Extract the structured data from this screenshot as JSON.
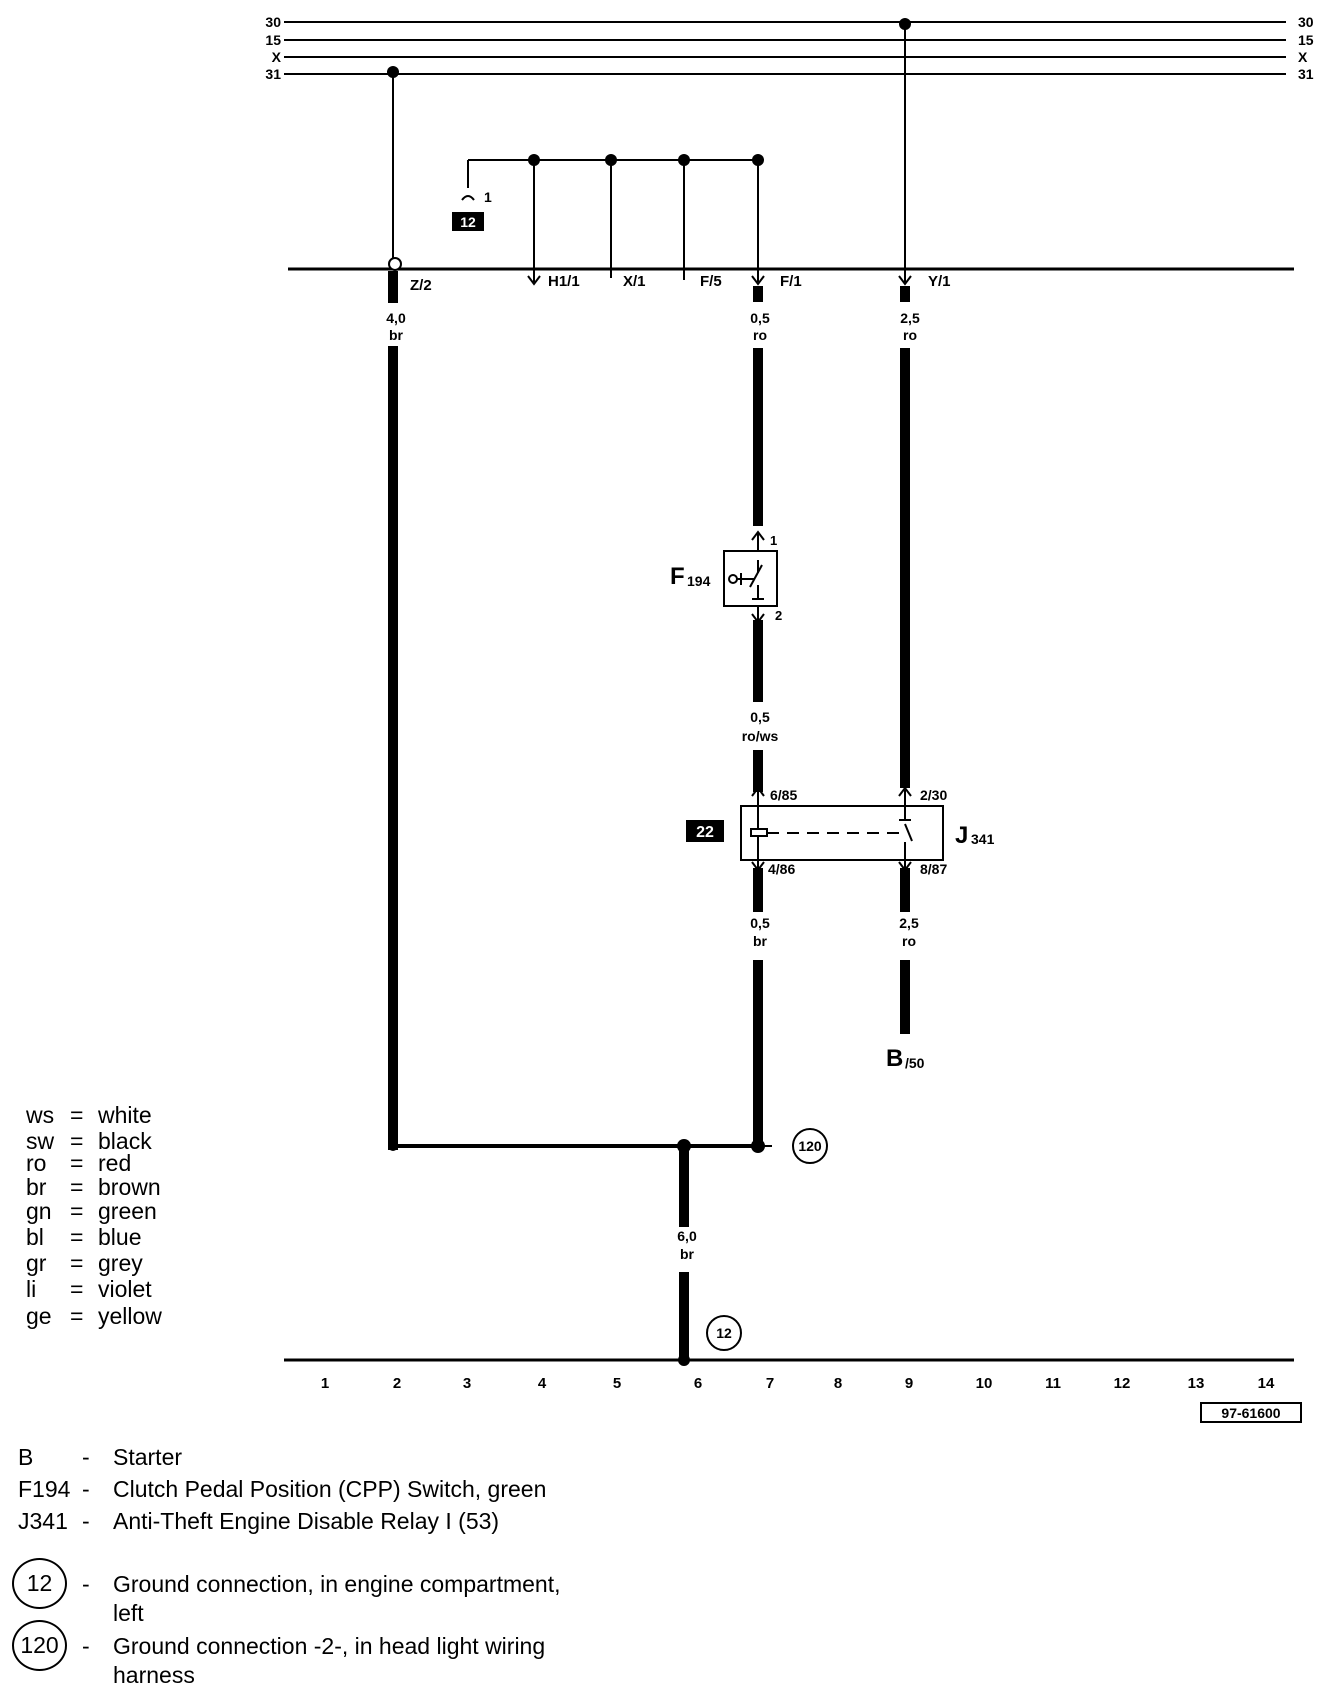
{
  "bus": {
    "left_labels": [
      "30",
      "15",
      "X",
      "31"
    ],
    "right_labels": [
      "30",
      "15",
      "X",
      "31"
    ]
  },
  "terminals": {
    "z2": "Z/2",
    "h11": "H1/1",
    "x1": "X/1",
    "f5": "F/5",
    "f1": "F/1",
    "y1": "Y/1",
    "conn12_pin": "1",
    "conn12_box": "12"
  },
  "wires": {
    "w_z2": {
      "size": "4,0",
      "color": "br"
    },
    "w_f1": {
      "size": "0,5",
      "color": "ro"
    },
    "w_y1": {
      "size": "2,5",
      "color": "ro"
    },
    "w_f194_out": {
      "size": "0,5",
      "color": "ro/ws"
    },
    "w_j341_486": {
      "size": "0,5",
      "color": "br"
    },
    "w_j341_887": {
      "size": "2,5",
      "color": "ro"
    },
    "w_ground": {
      "size": "6,0",
      "color": "br"
    }
  },
  "components": {
    "f194": {
      "letter": "F",
      "sub": "194",
      "pin1": "1",
      "pin2": "2"
    },
    "j341": {
      "letter": "J",
      "sub": "341",
      "pin_685": "6/85",
      "pin_230": "2/30",
      "pin_486": "4/86",
      "pin_887": "8/87",
      "box": "22"
    },
    "starter": {
      "letter": "B",
      "sub": "/50"
    },
    "ground120": "120",
    "ground12": "12"
  },
  "columns": [
    "1",
    "2",
    "3",
    "4",
    "5",
    "6",
    "7",
    "8",
    "9",
    "10",
    "11",
    "12",
    "13",
    "14"
  ],
  "figure_id": "97-61600",
  "color_legend": [
    {
      "code": "ws",
      "name": "white"
    },
    {
      "code": "sw",
      "name": "black"
    },
    {
      "code": "ro",
      "name": "red"
    },
    {
      "code": "br",
      "name": "brown"
    },
    {
      "code": "gn",
      "name": "green"
    },
    {
      "code": "bl",
      "name": "blue"
    },
    {
      "code": "gr",
      "name": "grey"
    },
    {
      "code": "li",
      "name": "violet"
    },
    {
      "code": "ge",
      "name": "yellow"
    }
  ],
  "component_key": [
    {
      "code": "B",
      "desc": "Starter"
    },
    {
      "code": "F194",
      "desc": "Clutch Pedal Position (CPP) Switch, green"
    },
    {
      "code": "J341",
      "desc": "Anti-Theft Engine Disable Relay I (53)"
    }
  ],
  "ground_key": [
    {
      "code": "12",
      "desc_line1": "Ground connection, in engine compartment,",
      "desc_line2": "left"
    },
    {
      "code": "120",
      "desc_line1": "Ground connection -2-, in head light wiring",
      "desc_line2": "harness"
    }
  ],
  "dash": "-"
}
